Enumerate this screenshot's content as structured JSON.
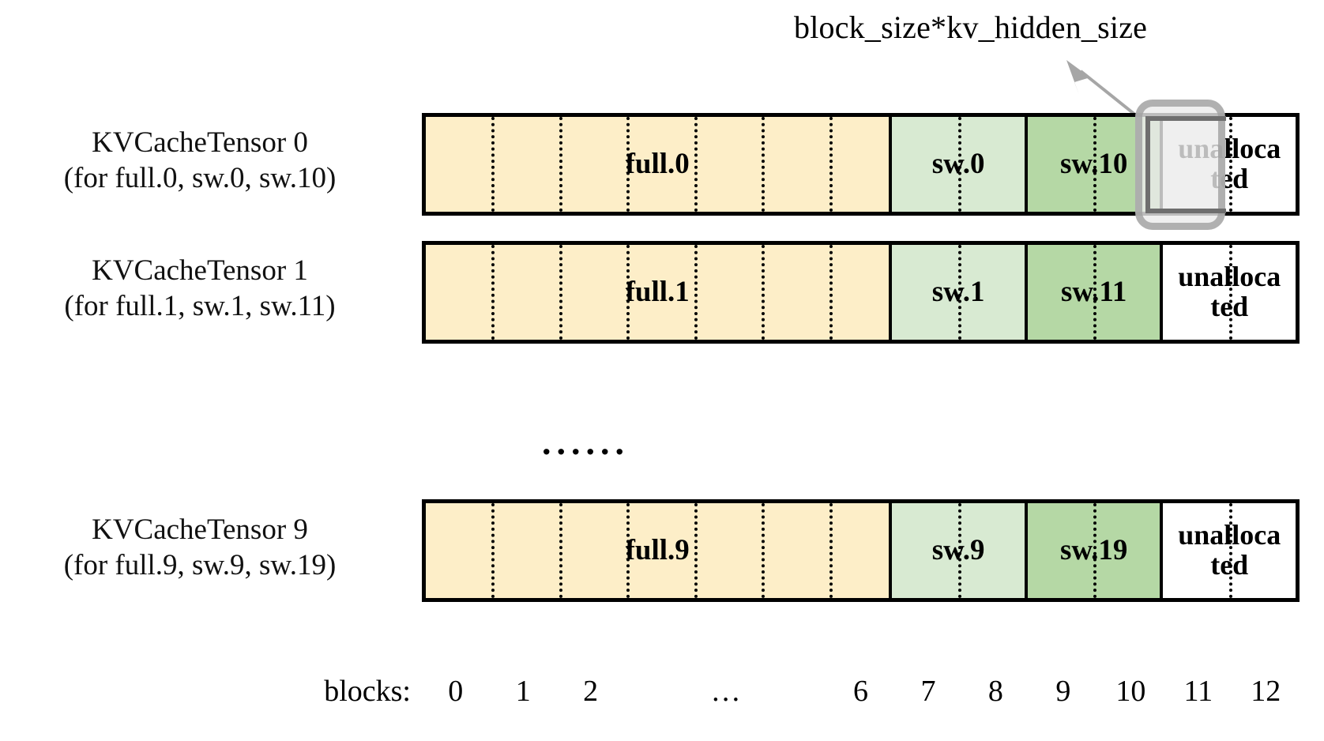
{
  "diagram": {
    "callout": {
      "label": "block_size*kv_hidden_size",
      "arrow_icon": "arrow-up-left-icon",
      "highlight_target_block": 11
    },
    "rows": [
      {
        "label_line1": "KVCacheTensor 0",
        "label_line2": "(for full.0, sw.0, sw.10)",
        "segments": [
          {
            "name": "full.0",
            "color": "#fdeec8",
            "blocks": 7
          },
          {
            "name": "sw.0",
            "color": "#d8ead2",
            "blocks": 2
          },
          {
            "name": "sw.10",
            "color": "#b5d8a5",
            "blocks": 2
          },
          {
            "name": "unalloca ted",
            "color": "#ffffff",
            "blocks": 2
          }
        ]
      },
      {
        "label_line1": "KVCacheTensor 1",
        "label_line2": "(for full.1, sw.1, sw.11)",
        "segments": [
          {
            "name": "full.1",
            "color": "#fdeec8",
            "blocks": 7
          },
          {
            "name": "sw.1",
            "color": "#d8ead2",
            "blocks": 2
          },
          {
            "name": "sw.11",
            "color": "#b5d8a5",
            "blocks": 2
          },
          {
            "name": "unalloca ted",
            "color": "#ffffff",
            "blocks": 2
          }
        ]
      },
      {
        "label_line1": "KVCacheTensor 9",
        "label_line2": "(for full.9, sw.9, sw.19)",
        "segments": [
          {
            "name": "full.9",
            "color": "#fdeec8",
            "blocks": 7
          },
          {
            "name": "sw.9",
            "color": "#d8ead2",
            "blocks": 2
          },
          {
            "name": "sw.19",
            "color": "#b5d8a5",
            "blocks": 2
          },
          {
            "name": "unalloca ted",
            "color": "#ffffff",
            "blocks": 2
          }
        ]
      }
    ],
    "row_ellipsis": "......",
    "axis": {
      "title": "blocks:",
      "ticks": [
        "0",
        "1",
        "2",
        "…",
        "6",
        "7",
        "8",
        "9",
        "10",
        "11",
        "12"
      ]
    },
    "colors": {
      "full_attention": "#fdeec8",
      "sliding_window_a": "#d8ead2",
      "sliding_window_b": "#b5d8a5",
      "unallocated": "#ffffff",
      "outline": "#000000",
      "highlight_stroke": "#a0a0a0"
    }
  }
}
